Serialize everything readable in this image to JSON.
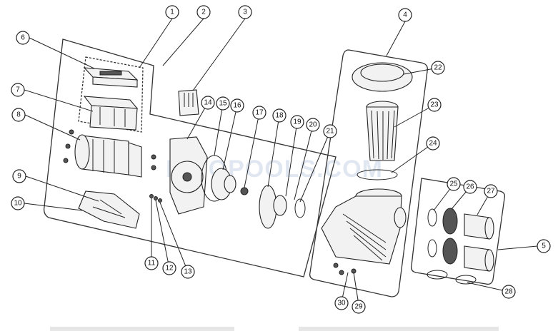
{
  "diagram": {
    "watermark": "INYOPOOLS.COM",
    "callouts": [
      "1",
      "2",
      "3",
      "4",
      "5",
      "6",
      "7",
      "8",
      "9",
      "10",
      "11",
      "12",
      "13",
      "14",
      "15",
      "16",
      "17",
      "18",
      "19",
      "20",
      "21",
      "22",
      "23",
      "24",
      "25",
      "26",
      "27",
      "28",
      "29",
      "30"
    ]
  }
}
